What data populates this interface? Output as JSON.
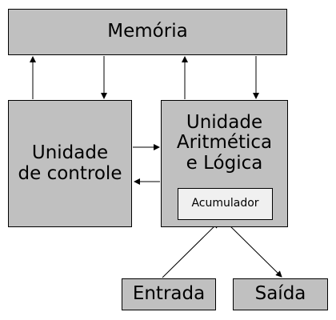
{
  "diagram": {
    "memoria": "Memória",
    "controle": "Unidade\nde controle",
    "ula": "Unidade\nAritmética\ne Lógica",
    "acumulador": "Acumulador",
    "entrada": "Entrada",
    "saida": "Saída"
  },
  "colors": {
    "box_fill": "#c0c0c0",
    "inner_fill": "#f0f0f0",
    "stroke": "#000000"
  }
}
